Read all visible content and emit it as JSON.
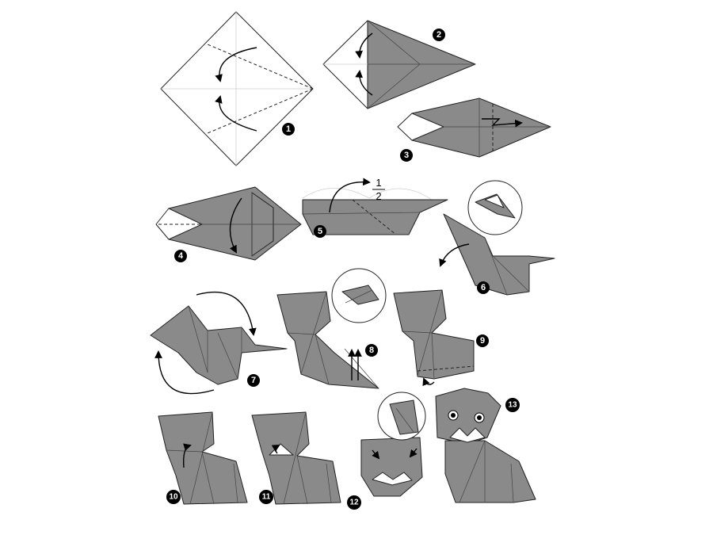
{
  "steps": [
    {
      "number": "1"
    },
    {
      "number": "2"
    },
    {
      "number": "3"
    },
    {
      "number": "4"
    },
    {
      "number": "5"
    },
    {
      "number": "6"
    },
    {
      "number": "7"
    },
    {
      "number": "8"
    },
    {
      "number": "9"
    },
    {
      "number": "10"
    },
    {
      "number": "11"
    },
    {
      "number": "12"
    },
    {
      "number": "13"
    }
  ],
  "fold_fraction": {
    "numerator": "1",
    "denominator": "2"
  },
  "colors": {
    "paper": "#8a8a8a",
    "outline": "#222222",
    "background": "#ffffff"
  }
}
